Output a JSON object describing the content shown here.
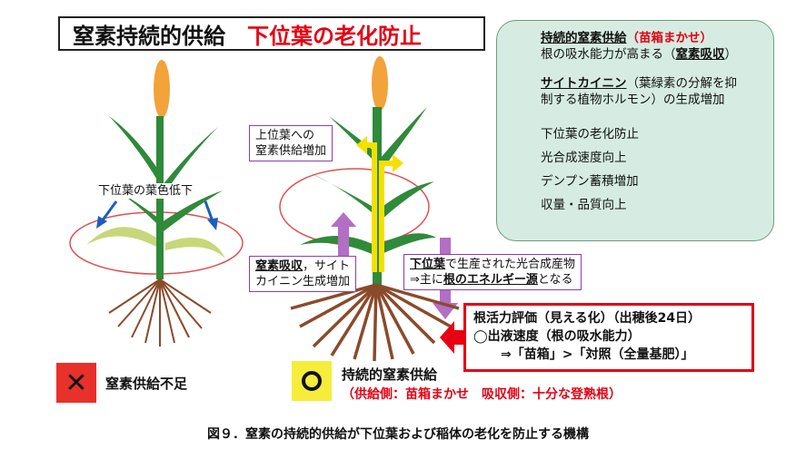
{
  "title": {
    "main": "窒素持続的供給",
    "highlight": "下位葉の老化防止"
  },
  "panel": {
    "line1_bold": "持続的窒素供給",
    "line1_red": "（苗箱まかせ）",
    "line2_pre": "根の吸水能力が高まる（",
    "line2_bold": "窒素吸収",
    "line2_post": "）",
    "line3_bold": "サイトカイニン",
    "line3_post": "（葉緑素の分解を抑",
    "line4": "制する植物ホルモン）の生成増加",
    "line5": "下位葉の老化防止",
    "line6": "光合成速度向上",
    "line7": "デンプン蓄積増加",
    "line8": "収量・品質向上"
  },
  "labels": {
    "lower_leaf_color": "下位葉の葉色低下",
    "upper_leaf_supply_1": "上位葉への",
    "upper_leaf_supply_2": "窒素供給増加",
    "n_absorb_bold": "窒素吸収",
    "n_absorb_rest": "，サイト",
    "cytokinin_gen": "カイニン生成増加",
    "lower_leaf_bold": "下位葉",
    "photosyn_rest": "で生産された光合成産物",
    "energy_pre": "⇒主に",
    "energy_bold": "根のエネルギー源",
    "energy_post": "となる"
  },
  "root_box": {
    "line1": "根活力評価（見える化）（出穂後24日）",
    "line2": "◯出液速度（根の吸水能力）",
    "line3": "⇒「苗箱」>「対照（全量基肥）」"
  },
  "legend": {
    "x_mark": "✕",
    "x_label": "窒素供給不足",
    "o_label": "持続的窒素供給",
    "o_sub": "（供給側：苗箱まかせ　吸収側：十分な登熟根）"
  },
  "caption": "図９．窒素の持続的供給が下位葉および稲体の老化を防止する機構",
  "colors": {
    "accent_red": "#e60012",
    "panel_bg": "#d6ece2",
    "arrow_blue": "#1aa3dc",
    "leaf_green": "#2f8a3a",
    "root_brown": "#8b4a2b",
    "ear_orange": "#f2a33a",
    "purple": "#8b3fb0"
  }
}
